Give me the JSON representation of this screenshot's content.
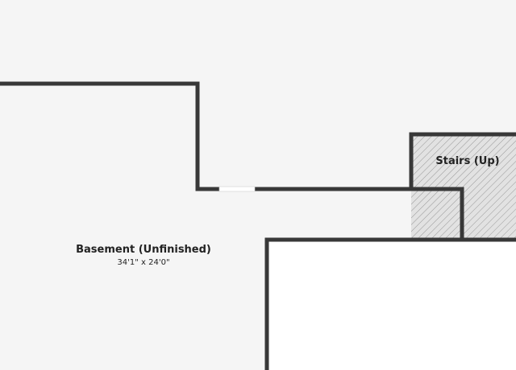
{
  "floor_plan": {
    "colors": {
      "interior": "#f5f5f5",
      "exterior": "#ffffff",
      "wall": "#383838",
      "stairs_fill": "#e2e2e2",
      "stairs_hatch": "#9a9a9a",
      "door_opening": "#ffffff"
    },
    "rooms": [
      {
        "name": "Basement (Unfinished)",
        "dimensions": "34'1\" x 24'0\""
      },
      {
        "name": "Stairs (Up)"
      }
    ]
  }
}
